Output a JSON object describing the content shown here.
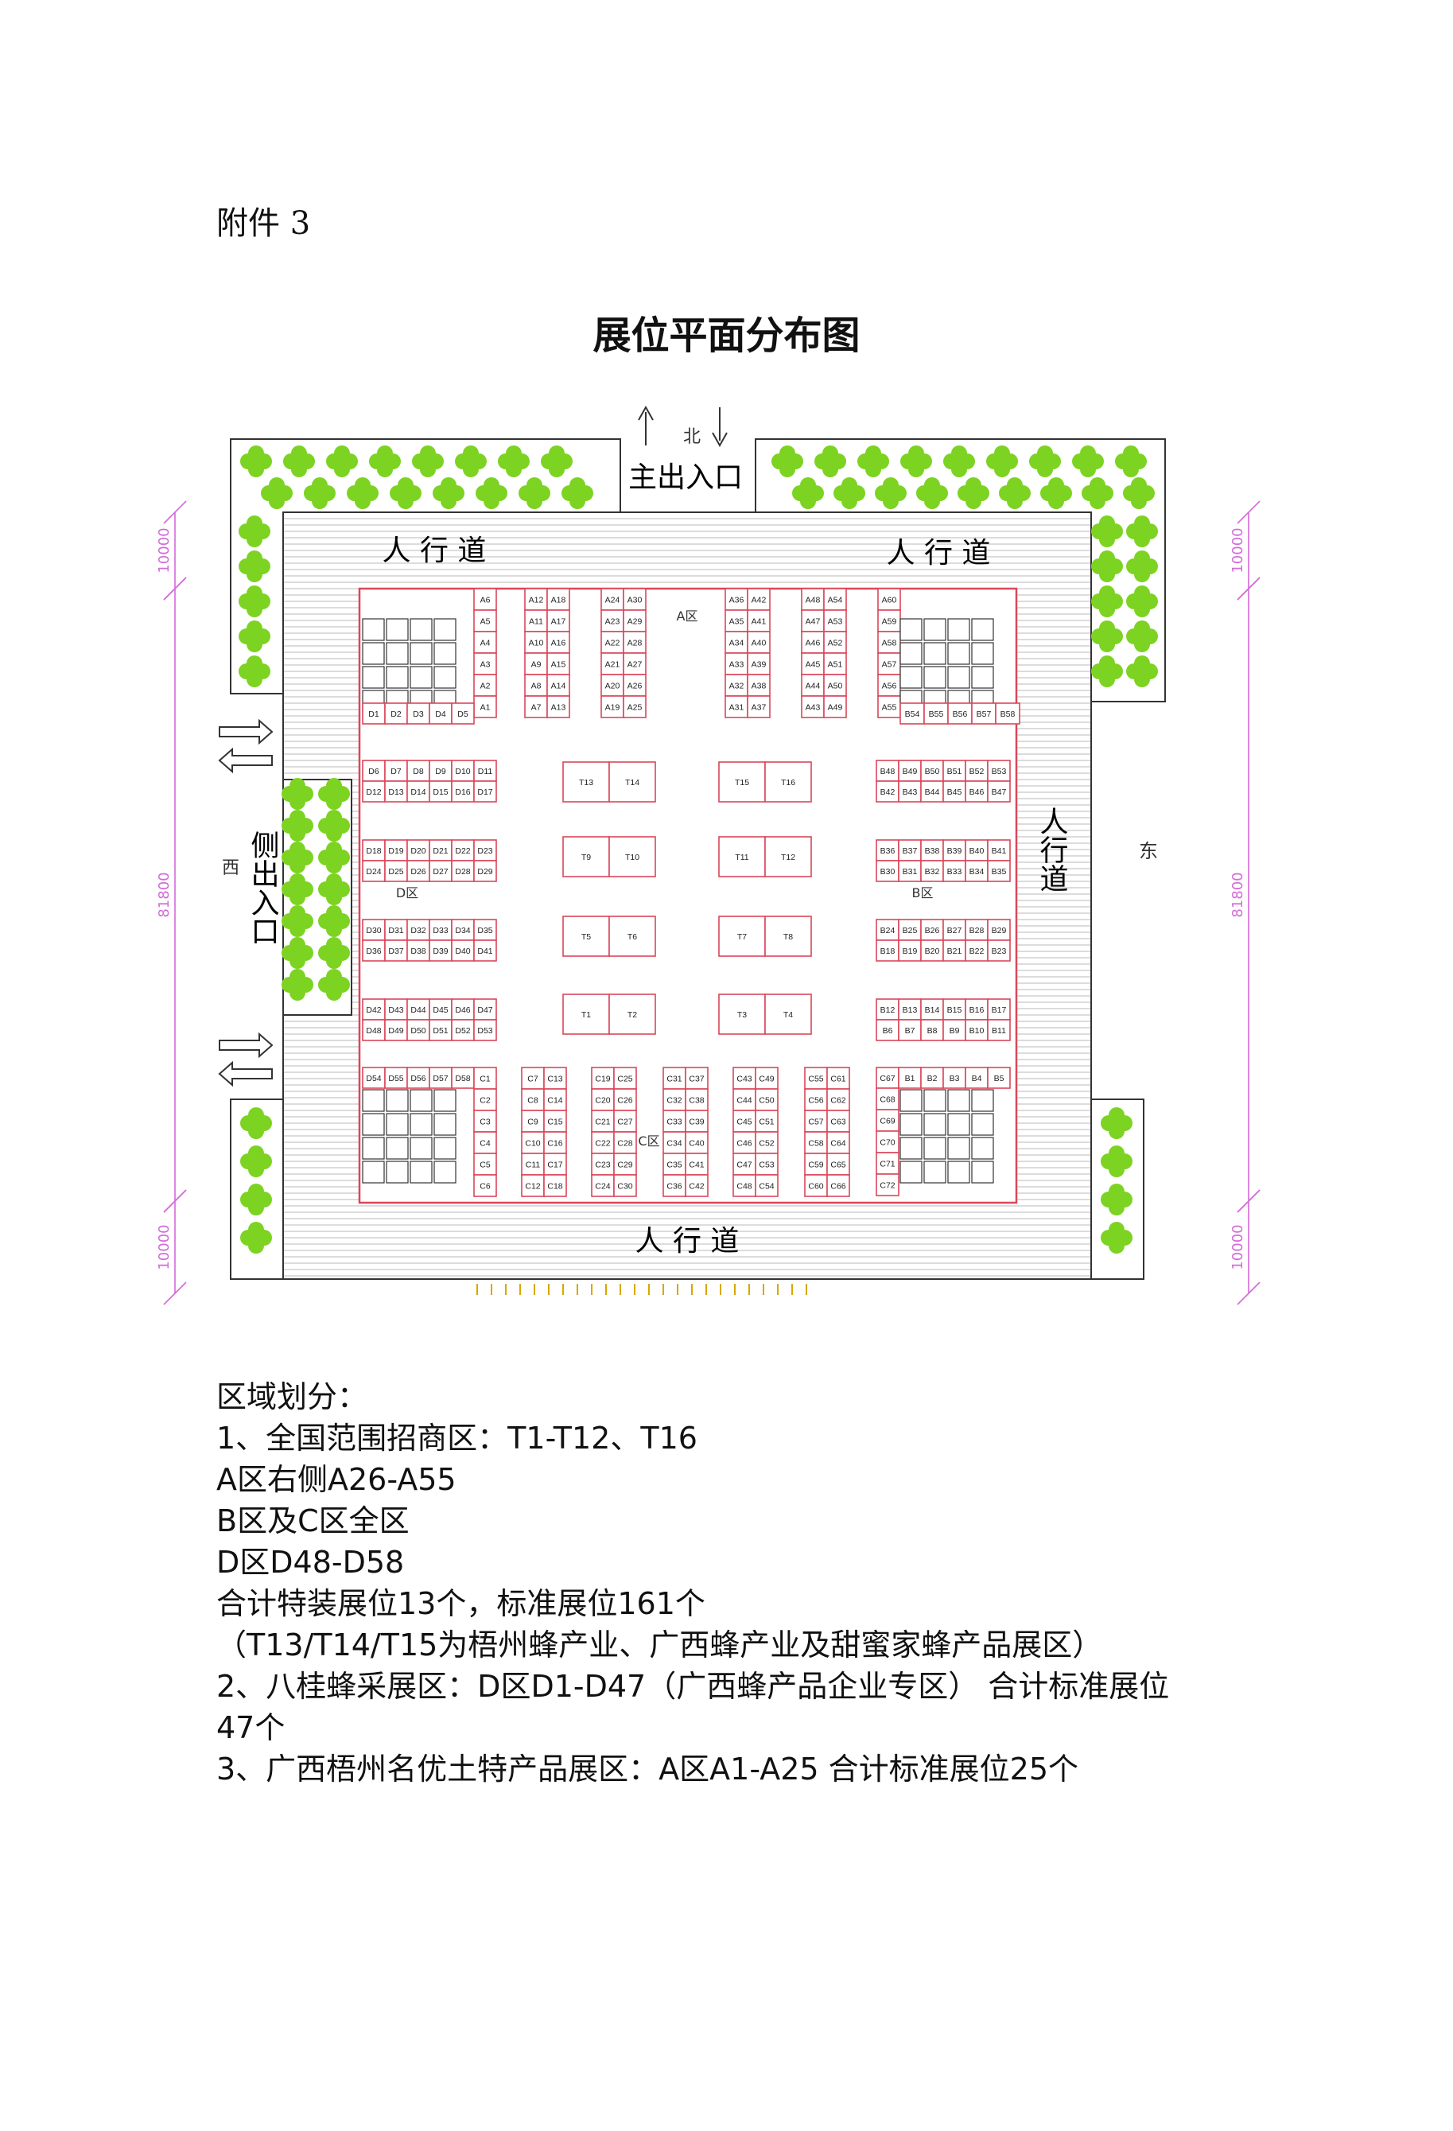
{
  "attachment_label": "附件 3",
  "title": "展位平面分布图",
  "diagram": {
    "north_mark": "北",
    "east_mark": "东",
    "west_mark": "西",
    "main_entrance": "主出入口",
    "side_entrance": "侧出入口",
    "walkway": "人行道",
    "walkway_spaced": "人 行 道",
    "dimension_top": "10000",
    "dimension_mid": "81800",
    "dimension_bottom": "10000",
    "zone_labels": {
      "A": "A区",
      "B": "B区",
      "C": "C区",
      "D": "D区"
    },
    "a_zone_columns": [
      [
        "A6",
        "A5",
        "A4",
        "A3",
        "A2",
        "A1"
      ],
      [
        "A12",
        "A11",
        "A10",
        "A9",
        "A8",
        "A7"
      ],
      [
        "A18",
        "A17",
        "A16",
        "A15",
        "A14",
        "A13"
      ],
      [
        "A24",
        "A23",
        "A22",
        "A21",
        "A20",
        "A19"
      ],
      [
        "A30",
        "A29",
        "A28",
        "A27",
        "A26",
        "A25"
      ],
      [
        "A36",
        "A35",
        "A34",
        "A33",
        "A32",
        "A31"
      ],
      [
        "A42",
        "A41",
        "A40",
        "A39",
        "A38",
        "A37"
      ],
      [
        "A48",
        "A47",
        "A46",
        "A45",
        "A44",
        "A43"
      ],
      [
        "A54",
        "A53",
        "A52",
        "A51",
        "A50",
        "A49"
      ],
      [
        "A60",
        "A59",
        "A58",
        "A57",
        "A56",
        "A55"
      ]
    ],
    "d_top_row": [
      "D1",
      "D2",
      "D3",
      "D4",
      "D5"
    ],
    "b_top_row": [
      "B54",
      "B55",
      "B56",
      "B57",
      "B58"
    ],
    "d_rows": [
      [
        "D6",
        "D7",
        "D8",
        "D9",
        "D10",
        "D11"
      ],
      [
        "D12",
        "D13",
        "D14",
        "D15",
        "D16",
        "D17"
      ],
      [
        "D18",
        "D19",
        "D20",
        "D21",
        "D22",
        "D23"
      ],
      [
        "D24",
        "D25",
        "D26",
        "D27",
        "D28",
        "D29"
      ],
      [
        "D30",
        "D31",
        "D32",
        "D33",
        "D34",
        "D35"
      ],
      [
        "D36",
        "D37",
        "D38",
        "D39",
        "D40",
        "D41"
      ],
      [
        "D42",
        "D43",
        "D44",
        "D45",
        "D46",
        "D47"
      ],
      [
        "D48",
        "D49",
        "D50",
        "D51",
        "D52",
        "D53"
      ]
    ],
    "b_rows": [
      [
        "B48",
        "B49",
        "B50",
        "B51",
        "B52",
        "B53"
      ],
      [
        "B42",
        "B43",
        "B44",
        "B45",
        "B46",
        "B47"
      ],
      [
        "B36",
        "B37",
        "B38",
        "B39",
        "B40",
        "B41"
      ],
      [
        "B30",
        "B31",
        "B32",
        "B33",
        "B34",
        "B35"
      ],
      [
        "B24",
        "B25",
        "B26",
        "B27",
        "B28",
        "B29"
      ],
      [
        "B18",
        "B19",
        "B20",
        "B21",
        "B22",
        "B23"
      ],
      [
        "B12",
        "B13",
        "B14",
        "B15",
        "B16",
        "B17"
      ],
      [
        "B6",
        "B7",
        "B8",
        "B9",
        "B10",
        "B11"
      ]
    ],
    "t_booths": [
      [
        "T13",
        "T14"
      ],
      [
        "T15",
        "T16"
      ],
      [
        "T9",
        "T10"
      ],
      [
        "T11",
        "T12"
      ],
      [
        "T5",
        "T6"
      ],
      [
        "T7",
        "T8"
      ],
      [
        "T1",
        "T2"
      ],
      [
        "T3",
        "T4"
      ]
    ],
    "d_bottom_row": [
      "D54",
      "D55",
      "D56",
      "D57",
      "D58"
    ],
    "b_bottom_row": [
      "C67",
      "B1",
      "B2",
      "B3",
      "B4",
      "B5"
    ],
    "c_columns": [
      [
        "C1",
        "C2",
        "C3",
        "C4",
        "C5",
        "C6"
      ],
      [
        "C7",
        "C8",
        "C9",
        "C10",
        "C11",
        "C12"
      ],
      [
        "C13",
        "C14",
        "C15",
        "C16",
        "C17",
        "C18"
      ],
      [
        "C19",
        "C20",
        "C21",
        "C22",
        "C23",
        "C24"
      ],
      [
        "C25",
        "C26",
        "C27",
        "C28",
        "C29",
        "C30"
      ],
      [
        "C31",
        "C32",
        "C33",
        "C34",
        "C35",
        "C36"
      ],
      [
        "C37",
        "C38",
        "C39",
        "C40",
        "C41",
        "C42"
      ],
      [
        "C43",
        "C44",
        "C45",
        "C46",
        "C47",
        "C48"
      ],
      [
        "C49",
        "C50",
        "C51",
        "C52",
        "C53",
        "C54"
      ],
      [
        "C55",
        "C56",
        "C57",
        "C58",
        "C59",
        "C60"
      ],
      [
        "C61",
        "C62",
        "C63",
        "C64",
        "C65",
        "C66"
      ],
      [
        "C67",
        "C68",
        "C69",
        "C70",
        "C71",
        "C72"
      ]
    ],
    "colors": {
      "booth": "#d9475a",
      "tree": "#7cd321",
      "dim": "#d36bd8",
      "stripe": "#b8b8b8"
    }
  },
  "notes": [
    "区域划分：",
    "1、全国范围招商区：T1-T12、T16",
    "A区右侧A26-A55",
    "B区及C区全区",
    "D区D48-D58",
    "合计特装展位13个，标准展位161个",
    "（T13/T14/T15为梧州蜂产业、广西蜂产业及甜蜜家蜂产品展区）",
    "2、八桂蜂采展区：D区D1-D47（广西蜂产品企业专区） 合计标准展位",
    "47个",
    "3、广西梧州名优土特产品展区：A区A1-A25 合计标准展位25个"
  ]
}
